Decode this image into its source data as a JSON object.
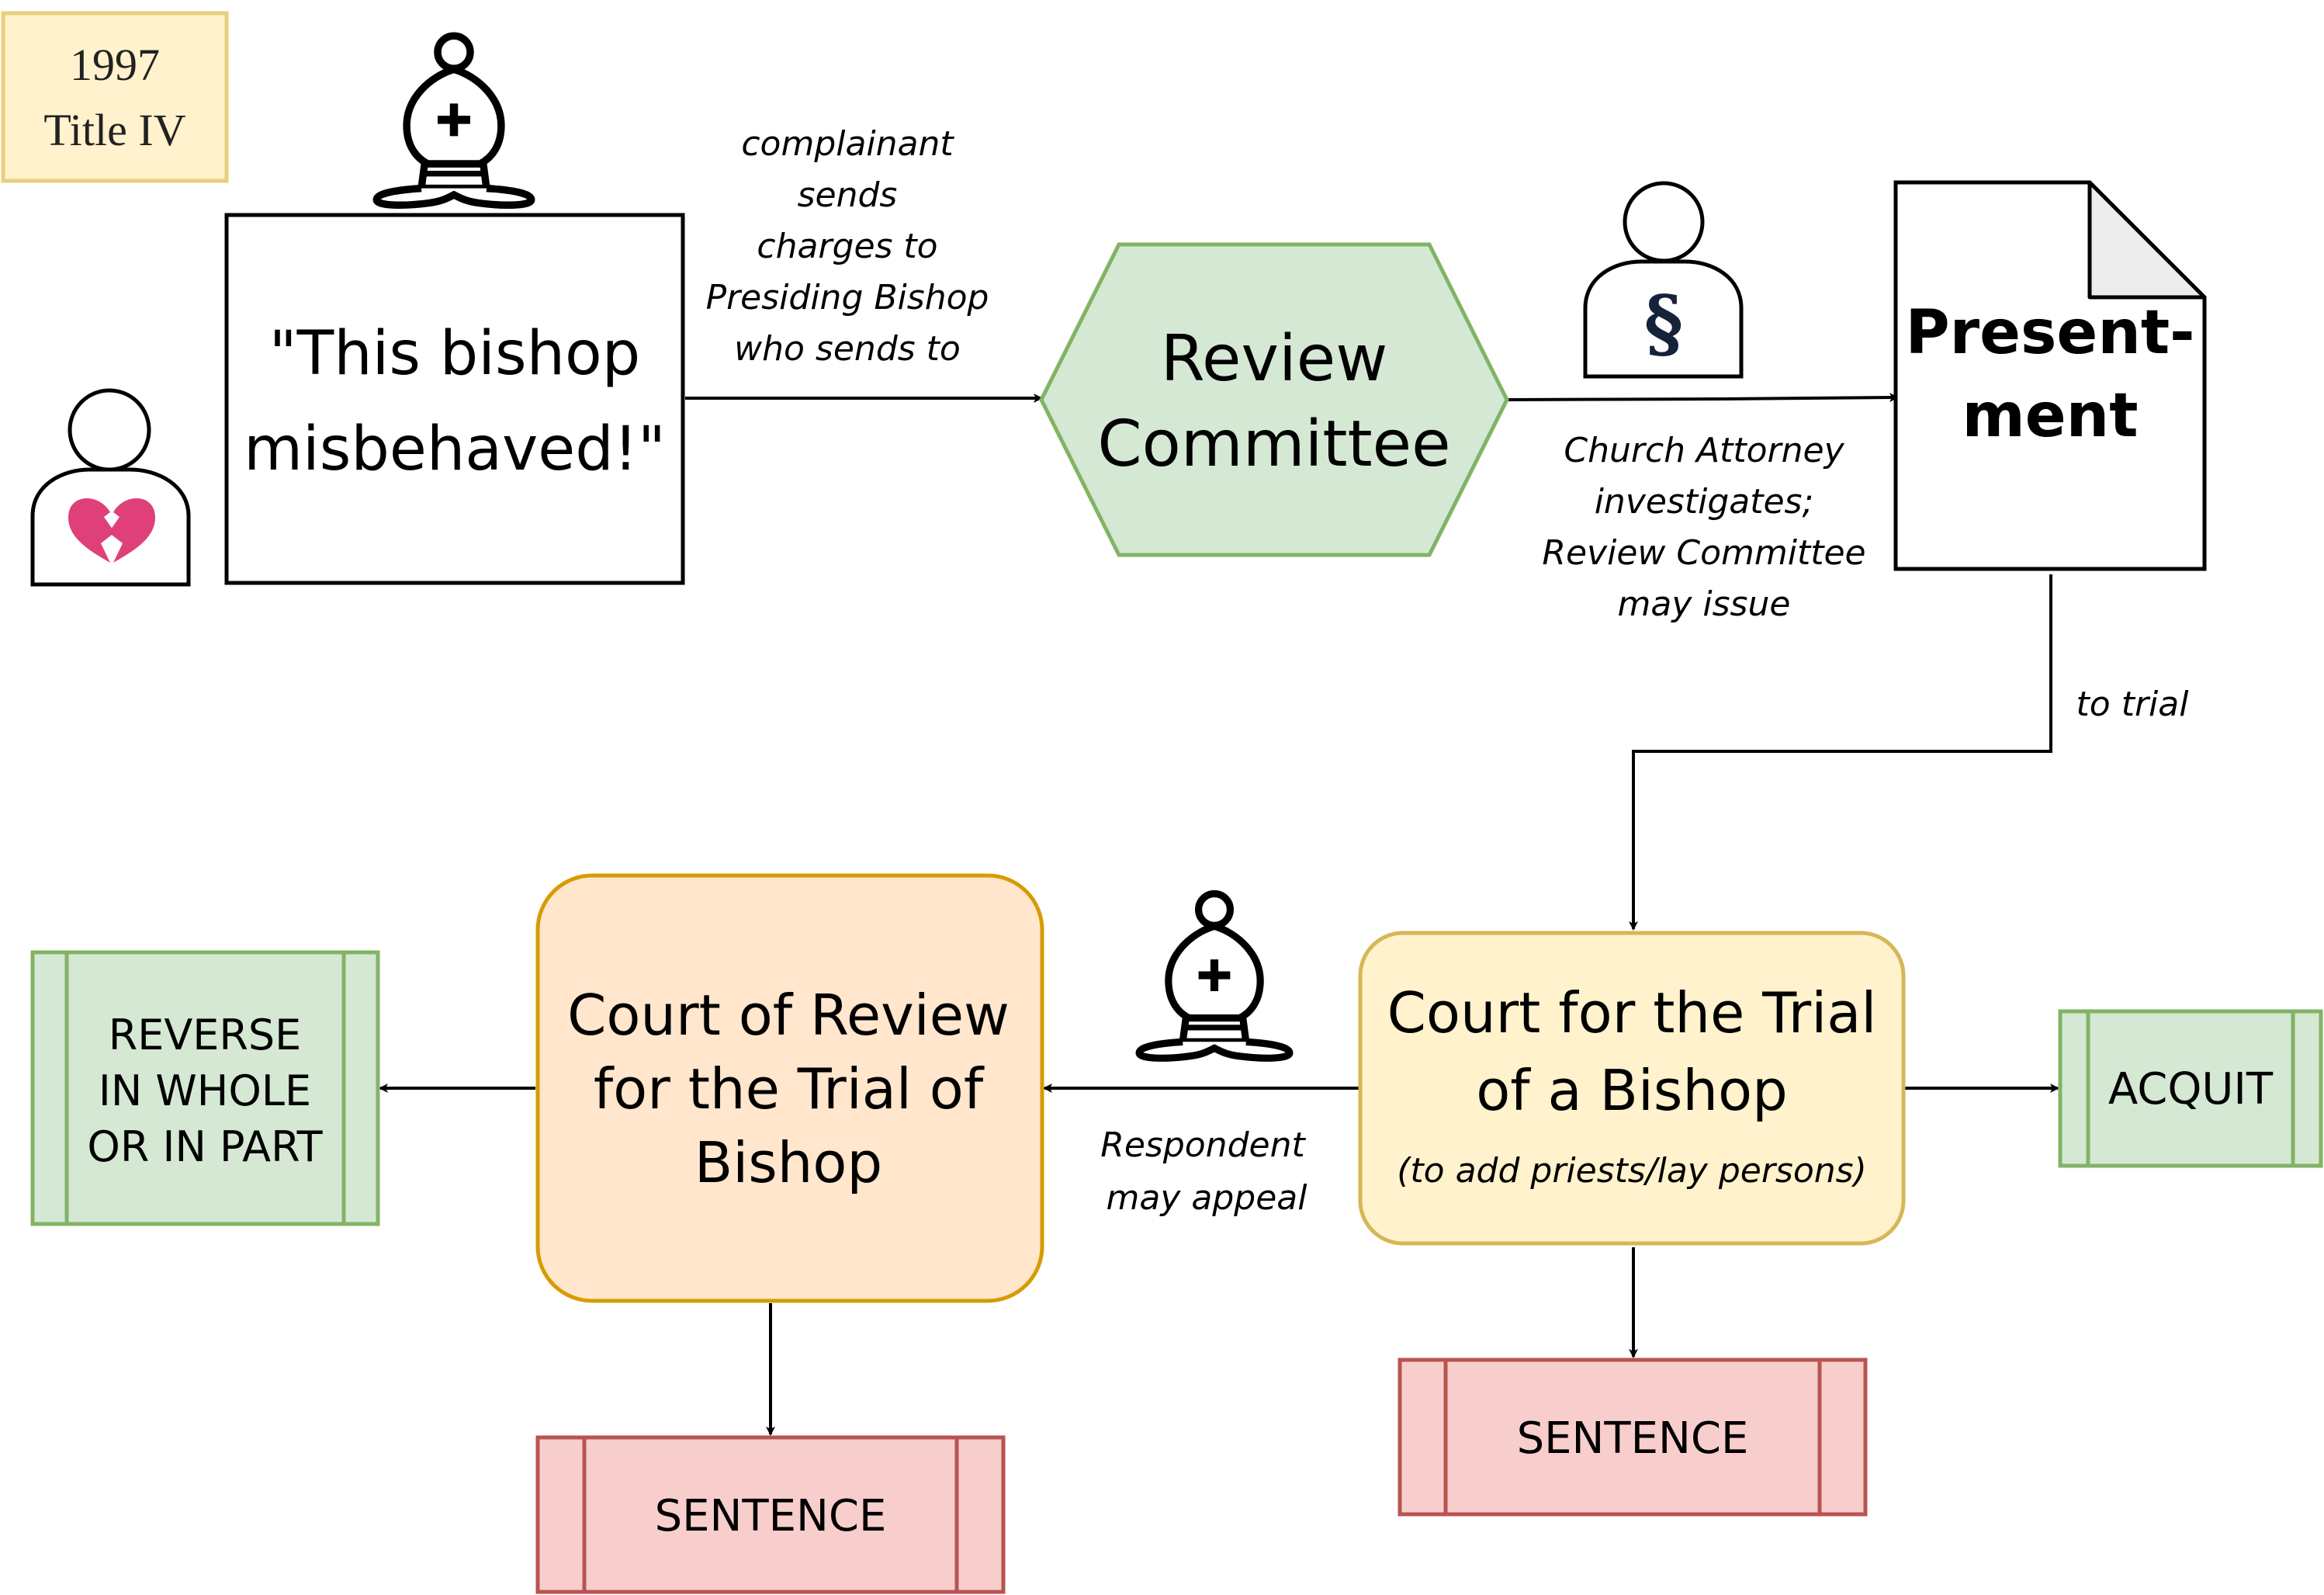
{
  "badge": {
    "line1": "1997",
    "line2": "Title IV"
  },
  "quote_box": {
    "line1": "\"This bishop",
    "line2": "misbehaved!\""
  },
  "edge_complaint": {
    "lines": [
      "complainant",
      "sends",
      "charges to",
      "Presiding Bishop",
      "who sends to"
    ]
  },
  "review_committee": {
    "line1": "Review",
    "line2": "Committee"
  },
  "church_attorney_icon": {
    "symbol": "§"
  },
  "edge_investigate": {
    "lines": [
      "Church Attorney",
      "investigates;",
      "Review Committee",
      "may issue"
    ]
  },
  "presentment": {
    "line1": "Present-",
    "line2": "ment"
  },
  "edge_to_trial": {
    "label": "to trial"
  },
  "trial_court": {
    "line1": "Court for the Trial",
    "line2": "of a Bishop",
    "note": "(to add priests/lay persons)"
  },
  "acquit": {
    "label": "ACQUIT"
  },
  "sentence_trial": {
    "label": "SENTENCE"
  },
  "edge_appeal": {
    "lines": [
      "Respondent",
      "may appeal"
    ]
  },
  "review_court": {
    "line1": "Court of Review",
    "line2": "for the Trial of",
    "line3": "Bishop"
  },
  "reverse": {
    "line1": "REVERSE",
    "line2": "IN WHOLE",
    "line3": "OR IN PART"
  },
  "sentence_review": {
    "label": "SENTENCE"
  },
  "colors": {
    "green_fill": "#d5e8d4",
    "green_stroke": "#82b366",
    "yellow_fill": "#fff2cc",
    "yellow_stroke": "#d6b656",
    "orange_fill": "#ffe6cc",
    "orange_stroke": "#d79b00",
    "red_fill": "#f8cecc",
    "red_stroke": "#b85450",
    "badge_stroke": "#e6cf7c",
    "heart": "#e0407a"
  }
}
